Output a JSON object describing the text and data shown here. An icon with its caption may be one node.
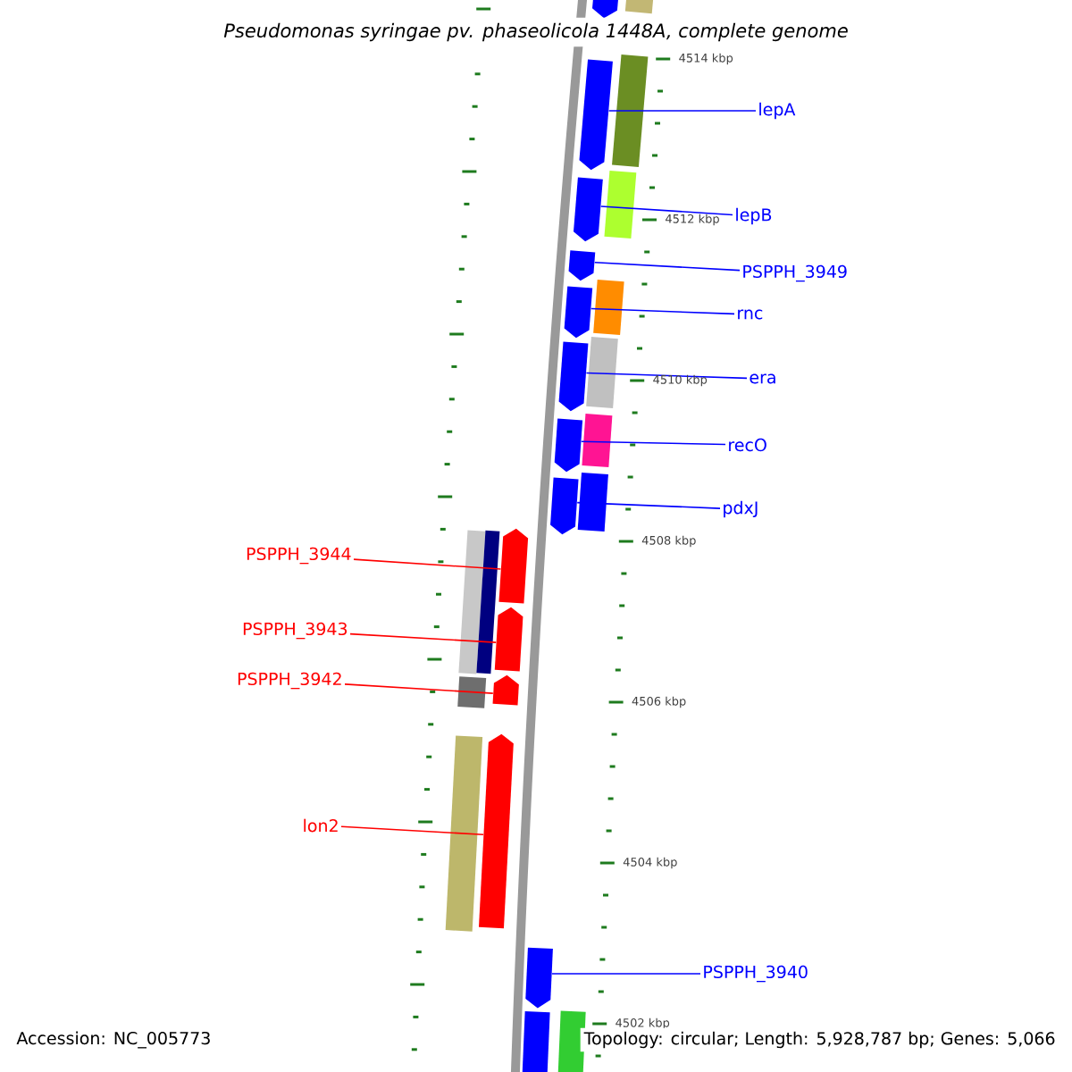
{
  "diagram": {
    "title": "Pseudomonas syringae pv. phaseolicola 1448A, complete genome",
    "nodes": [
      {
        "text": [
          "lepA"
        ]
      },
      {
        "text": [
          "lepB"
        ]
      },
      {
        "text": [
          "PSPPH_3949"
        ]
      },
      {
        "text": [
          "rnc"
        ]
      },
      {
        "text": [
          "era"
        ]
      },
      {
        "text": [
          "recO"
        ]
      },
      {
        "text": [
          "pdxJ"
        ]
      },
      {
        "text": [
          "PSPPH_3944"
        ]
      },
      {
        "text": [
          "PSPPH_3943"
        ]
      },
      {
        "text": [
          "PSPPH_3942"
        ]
      },
      {
        "text": [
          "lon2"
        ]
      },
      {
        "text": [
          "PSPPH_3940"
        ]
      },
      {
        "text": [],
        "shape": "arrow"
      },
      {
        "text": [],
        "shape": "arrow"
      },
      {
        "text": [],
        "shape": "arrow"
      },
      {
        "text": [],
        "shape": "arrow"
      },
      {
        "text": [],
        "shape": "arrow"
      },
      {
        "text": [],
        "shape": "arrow"
      },
      {
        "text": [],
        "shape": "arrow"
      },
      {
        "text": [],
        "shape": "arrow"
      },
      {
        "text": [],
        "shape": "arrow"
      },
      {
        "text": [],
        "shape": "arrow"
      },
      {
        "text": [],
        "shape": "arrow"
      },
      {
        "text": [],
        "shape": "arrow"
      },
      {
        "text": [],
        "shape": "arrow"
      },
      {
        "text": [],
        "shape": "bar"
      },
      {
        "text": [],
        "shape": "bar"
      },
      {
        "text": [],
        "shape": "bar"
      },
      {
        "text": [],
        "shape": "bar"
      },
      {
        "text": [],
        "shape": "bar"
      },
      {
        "text": [],
        "shape": "bar"
      },
      {
        "text": [],
        "shape": "bar"
      },
      {
        "text": [],
        "shape": "bar"
      },
      {
        "text": [],
        "shape": "bar"
      },
      {
        "text": [],
        "shape": "bar"
      },
      {
        "text": [],
        "shape": "bar"
      },
      {
        "text": [],
        "shape": "bar"
      },
      {
        "text": [],
        "shape": "bar"
      }
    ],
    "edges": [
      {
        "from": 0,
        "to": 13,
        "arrow": "none"
      },
      {
        "from": 1,
        "to": 14,
        "arrow": "none"
      },
      {
        "from": 2,
        "to": 15,
        "arrow": "none"
      },
      {
        "from": 3,
        "to": 16,
        "arrow": "none"
      },
      {
        "from": 4,
        "to": 17,
        "arrow": "none"
      },
      {
        "from": 5,
        "to": 18,
        "arrow": "none"
      },
      {
        "from": 6,
        "to": 19,
        "arrow": "none"
      },
      {
        "from": 7,
        "to": 20,
        "arrow": "none",
        "color": "#ff0000"
      },
      {
        "from": 8,
        "to": 21,
        "arrow": "none",
        "color": "#ff0000"
      },
      {
        "from": 9,
        "to": 22,
        "arrow": "none",
        "color": "#ff0000"
      },
      {
        "from": 10,
        "to": 23,
        "arrow": "none",
        "color": "#ff0000"
      },
      {
        "from": 11,
        "to": 24,
        "arrow": "none"
      }
    ],
    "labels": [
      "4514 kbp",
      "4512 kbp",
      "4510 kbp",
      "4508 kbp",
      "4506 kbp",
      "4504 kbp",
      "4502 kbp",
      "Accession: NC_005773",
      "Topology: circular; Length: 5,928,787 bp; Genes: 5,066"
    ]
  }
}
